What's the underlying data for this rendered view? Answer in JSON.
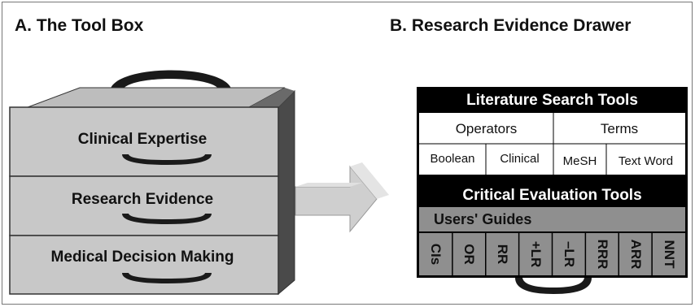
{
  "panel_a": {
    "heading": "A.  The Tool Box",
    "drawers": [
      "Clinical Expertise",
      "Research Evidence",
      "Medical Decision Making"
    ]
  },
  "panel_b": {
    "heading": "B. Research Evidence Drawer",
    "search_title": "Literature Search Tools",
    "operators": "Operators",
    "terms": "Terms",
    "boolean": "Boolean",
    "clinical": "Clinical",
    "mesh": "MeSH",
    "text_word": "Text Word",
    "critical_title": "Critical Evaluation Tools",
    "users_guides": "Users' Guides",
    "measures": [
      "CIs",
      "OR",
      "RR",
      "+LR",
      "–LR",
      "RRR",
      "ARR",
      "NNT"
    ]
  }
}
